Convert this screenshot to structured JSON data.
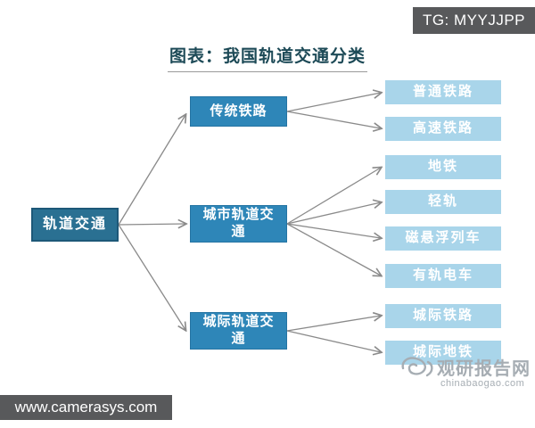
{
  "meta": {
    "tg_label": "TG: MYYJJPP",
    "footer_url": "www.camerasys.com",
    "watermark": {
      "name": "观研报告网",
      "domain": "chinabaogao.com"
    }
  },
  "diagram": {
    "title": "图表：我国轨道交通分类",
    "root": {
      "label": "轨道交通"
    },
    "branches": [
      {
        "label": "传统铁路",
        "children": [
          "普通铁路",
          "高速铁路"
        ]
      },
      {
        "label": "城市轨道交通",
        "children": [
          "地铁",
          "轻轨",
          "磁悬浮列车",
          "有轨电车"
        ]
      },
      {
        "label": "城际轨道交通",
        "children": [
          "城际铁路",
          "城际地铁"
        ]
      }
    ],
    "colors": {
      "root_fill": "#2a7092",
      "root_border": "#1d5878",
      "branch_fill": "#2e86b8",
      "leaf_fill": "#a9d5ea",
      "arrow": "#8a8a8a",
      "title_text": "#1d4a57",
      "badge_bg": "#58595b",
      "watermark_text": "#a6adb3"
    }
  }
}
